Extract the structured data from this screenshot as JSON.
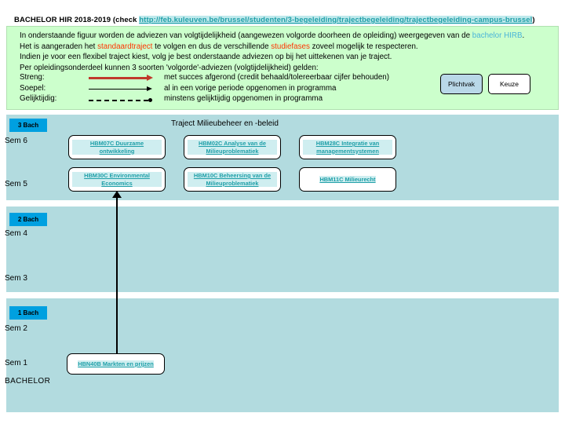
{
  "header": {
    "title_prefix": "BACHELOR HIR 2018-2019 (check ",
    "url": "http://feb.kuleuven.be/brussel/studenten/3-begeleiding/trajectbegeleiding/trajectbegeleiding-campus-brussel",
    "title_suffix": ")"
  },
  "intro": {
    "line1_a": "In onderstaande figuur worden de adviezen van volgtijdelijkheid (aangewezen volgorde doorheen de opleiding) weergegeven van de ",
    "line1_highlight": "bachelor HIRB",
    "line1_b": ".",
    "line2_a": "Het is aangeraden het ",
    "line2_highlight1": "standaardtraject",
    "line2_b": " te volgen en dus de verschillende ",
    "line2_highlight2": "studiefases",
    "line2_c": " zoveel mogelijk te respecteren.",
    "line3": "Indien je voor een flexibel traject kiest, volg je best onderstaande adviezen op bij het uittekenen van je traject.",
    "line4": "Per opleidingsonderdeel kunnen 3 soorten 'volgorde'-adviezen (volgtijdelijkheid) gelden:"
  },
  "legend": {
    "rows": [
      {
        "key": "Streng:",
        "desc": "met succes afgerond (credit behaald/tolereerbaar cijfer behouden)",
        "arrow": "solid-red-arrow"
      },
      {
        "key": "Soepel:",
        "desc": "al in een vorige periode opgenomen in programma",
        "arrow": "solid-black-arrow"
      },
      {
        "key": "Gelijktijdig:",
        "desc": " minstens gelijktijdig opgenomen in programma",
        "arrow": "dashed-black-dot"
      }
    ],
    "boxes": [
      {
        "label": "Plichtvak",
        "color": "#b9d8e8"
      },
      {
        "label": "Keuze",
        "color": "#ffffff"
      }
    ]
  },
  "diagram": {
    "title": "Traject Milieubeheer en -beleid",
    "bands": [
      {
        "badge": "3 Bach",
        "color": "#00a0e0"
      },
      {
        "badge": "2 Bach",
        "color": "#00a0e0"
      },
      {
        "badge": "1 Bach",
        "color": "#00a0e0"
      }
    ],
    "semesters": [
      {
        "label": "Sem 6"
      },
      {
        "label": "Sem 5"
      },
      {
        "label": "Sem 4"
      },
      {
        "label": "Sem 3"
      },
      {
        "label": "Sem 2"
      },
      {
        "label": "Sem 1"
      }
    ],
    "bachelor_label": "BACHELOR",
    "courses": [
      {
        "code": "HBM07C",
        "name": "HBM07C Duurzame ontwikkeling",
        "semester": "Sem 6",
        "column": 1
      },
      {
        "code": "HBM02C",
        "name": "HBM02C Analyse van de Milieuproblematiek",
        "semester": "Sem 6",
        "column": 2
      },
      {
        "code": "HBM28C",
        "name": "HBM28C Integratie van managementsystemen",
        "semester": "Sem 6",
        "column": 3
      },
      {
        "code": "HBM30C",
        "name": "HBM30C Environmental Economics",
        "semester": "Sem 5",
        "column": 1
      },
      {
        "code": "HBM10C",
        "name": "HBM10C Beheersing van de Milieuproblematiek",
        "semester": "Sem 5",
        "column": 2
      },
      {
        "code": "HBM11C",
        "name": "HBM11C Milieurecht",
        "semester": "Sem 5",
        "column": 3
      },
      {
        "code": "HBN40B",
        "name": "HBN40B Markten en prijzen",
        "semester": "Sem 1",
        "column": 1
      }
    ],
    "connectors": [
      {
        "from": "HBN40B",
        "to": "HBM30C",
        "style": "solid-black-arrow-up"
      }
    ]
  },
  "colors": {
    "intro_panel": "#ccffcc",
    "band": "#b2dbdf",
    "badge": "#00a0e0",
    "link": "#1f9fa8",
    "link_highlight_bg": "#cfeef0",
    "strict_arrow": "#c0392b",
    "accent_blue": "#4ab4d8",
    "accent_red": "#ff3300"
  }
}
